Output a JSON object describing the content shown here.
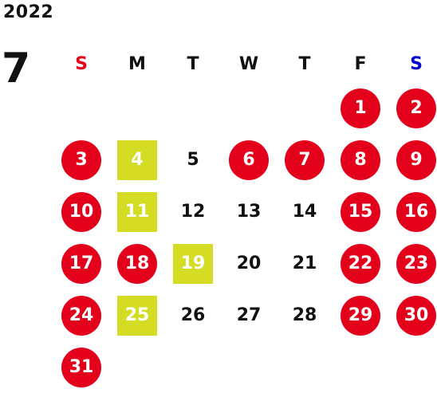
{
  "calendar": {
    "year": "2022",
    "month": "7",
    "colors": {
      "holiday": "#e3001b",
      "event": "#d4dc23",
      "sunday_header": "#e3001b",
      "saturday_header": "#0000cc"
    },
    "weekdays": [
      {
        "label": "S",
        "color": "#e3001b"
      },
      {
        "label": "M",
        "color": "#111111"
      },
      {
        "label": "T",
        "color": "#111111"
      },
      {
        "label": "W",
        "color": "#111111"
      },
      {
        "label": "T",
        "color": "#111111"
      },
      {
        "label": "F",
        "color": "#111111"
      },
      {
        "label": "S",
        "color": "#0000cc"
      }
    ],
    "weeks": [
      [
        {
          "day": "",
          "type": "empty"
        },
        {
          "day": "",
          "type": "empty"
        },
        {
          "day": "",
          "type": "empty"
        },
        {
          "day": "",
          "type": "empty"
        },
        {
          "day": "",
          "type": "empty"
        },
        {
          "day": "1",
          "type": "holiday"
        },
        {
          "day": "2",
          "type": "holiday"
        }
      ],
      [
        {
          "day": "3",
          "type": "holiday"
        },
        {
          "day": "4",
          "type": "event"
        },
        {
          "day": "5",
          "type": "normal"
        },
        {
          "day": "6",
          "type": "holiday"
        },
        {
          "day": "7",
          "type": "holiday"
        },
        {
          "day": "8",
          "type": "holiday"
        },
        {
          "day": "9",
          "type": "holiday"
        }
      ],
      [
        {
          "day": "10",
          "type": "holiday"
        },
        {
          "day": "11",
          "type": "event"
        },
        {
          "day": "12",
          "type": "normal"
        },
        {
          "day": "13",
          "type": "normal"
        },
        {
          "day": "14",
          "type": "normal"
        },
        {
          "day": "15",
          "type": "holiday"
        },
        {
          "day": "16",
          "type": "holiday"
        }
      ],
      [
        {
          "day": "17",
          "type": "holiday"
        },
        {
          "day": "18",
          "type": "holiday"
        },
        {
          "day": "19",
          "type": "event"
        },
        {
          "day": "20",
          "type": "normal"
        },
        {
          "day": "21",
          "type": "normal"
        },
        {
          "day": "22",
          "type": "holiday"
        },
        {
          "day": "23",
          "type": "holiday"
        }
      ],
      [
        {
          "day": "24",
          "type": "holiday"
        },
        {
          "day": "25",
          "type": "event"
        },
        {
          "day": "26",
          "type": "normal"
        },
        {
          "day": "27",
          "type": "normal"
        },
        {
          "day": "28",
          "type": "normal"
        },
        {
          "day": "29",
          "type": "holiday"
        },
        {
          "day": "30",
          "type": "holiday"
        }
      ],
      [
        {
          "day": "31",
          "type": "holiday"
        },
        {
          "day": "",
          "type": "empty"
        },
        {
          "day": "",
          "type": "empty"
        },
        {
          "day": "",
          "type": "empty"
        },
        {
          "day": "",
          "type": "empty"
        },
        {
          "day": "",
          "type": "empty"
        },
        {
          "day": "",
          "type": "empty"
        }
      ]
    ]
  }
}
